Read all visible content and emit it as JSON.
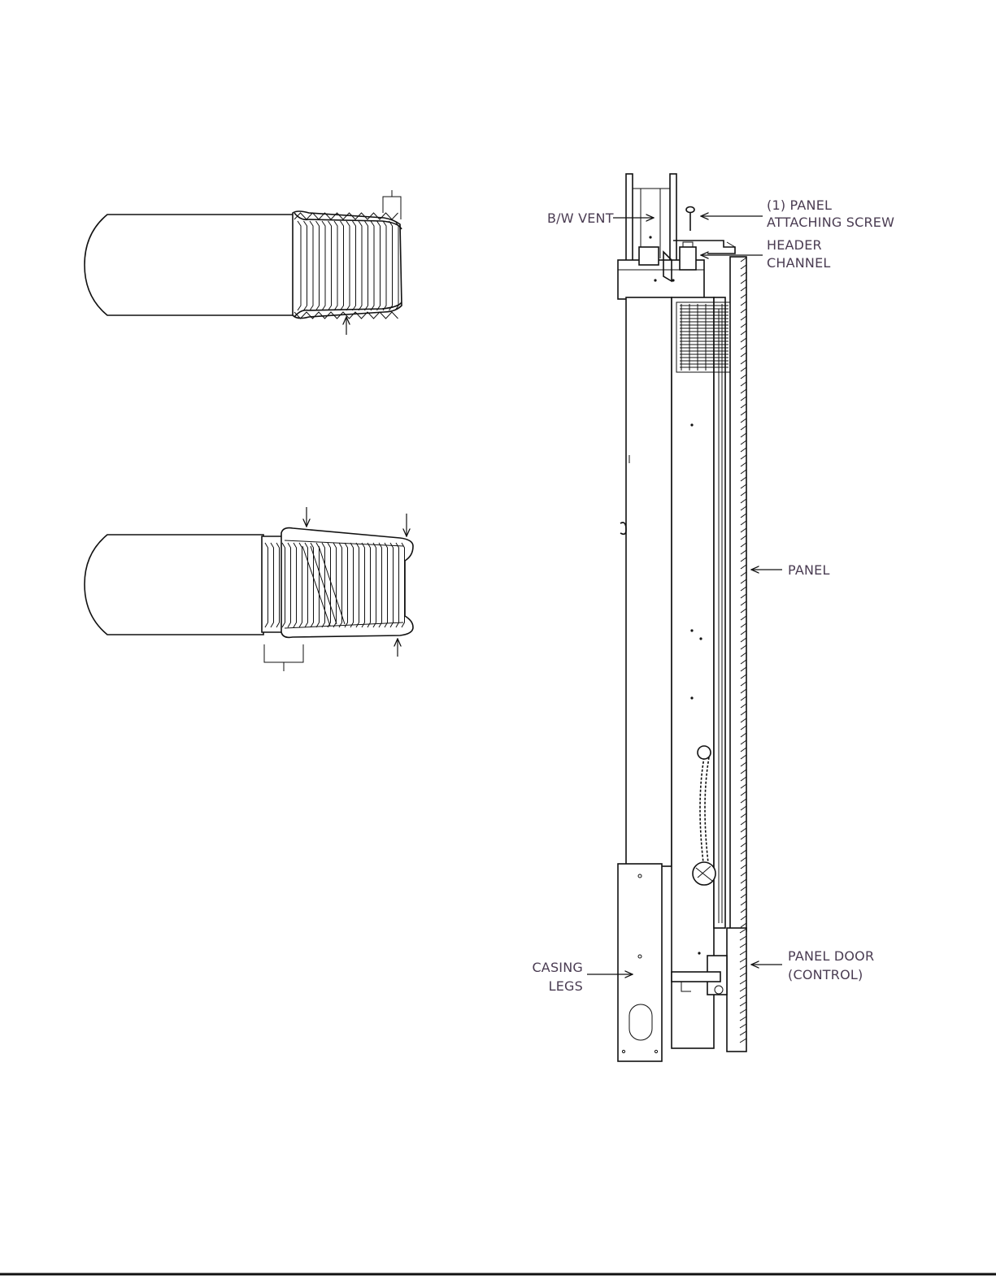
{
  "labels": {
    "bw_vent": "B/W VENT",
    "screw_line1": "(1) PANEL",
    "screw_line2": "ATTACHING SCREW",
    "header_line1": "HEADER",
    "header_line2": "CHANNEL",
    "panel": "PANEL",
    "panel_door_line1": "PANEL DOOR",
    "panel_door_line2": "(CONTROL)",
    "casing_line1": "CASING",
    "casing_line2": "LEGS"
  },
  "colors": {
    "line": "#111111",
    "label_text": "#4a3c52",
    "background": "#ffffff"
  }
}
